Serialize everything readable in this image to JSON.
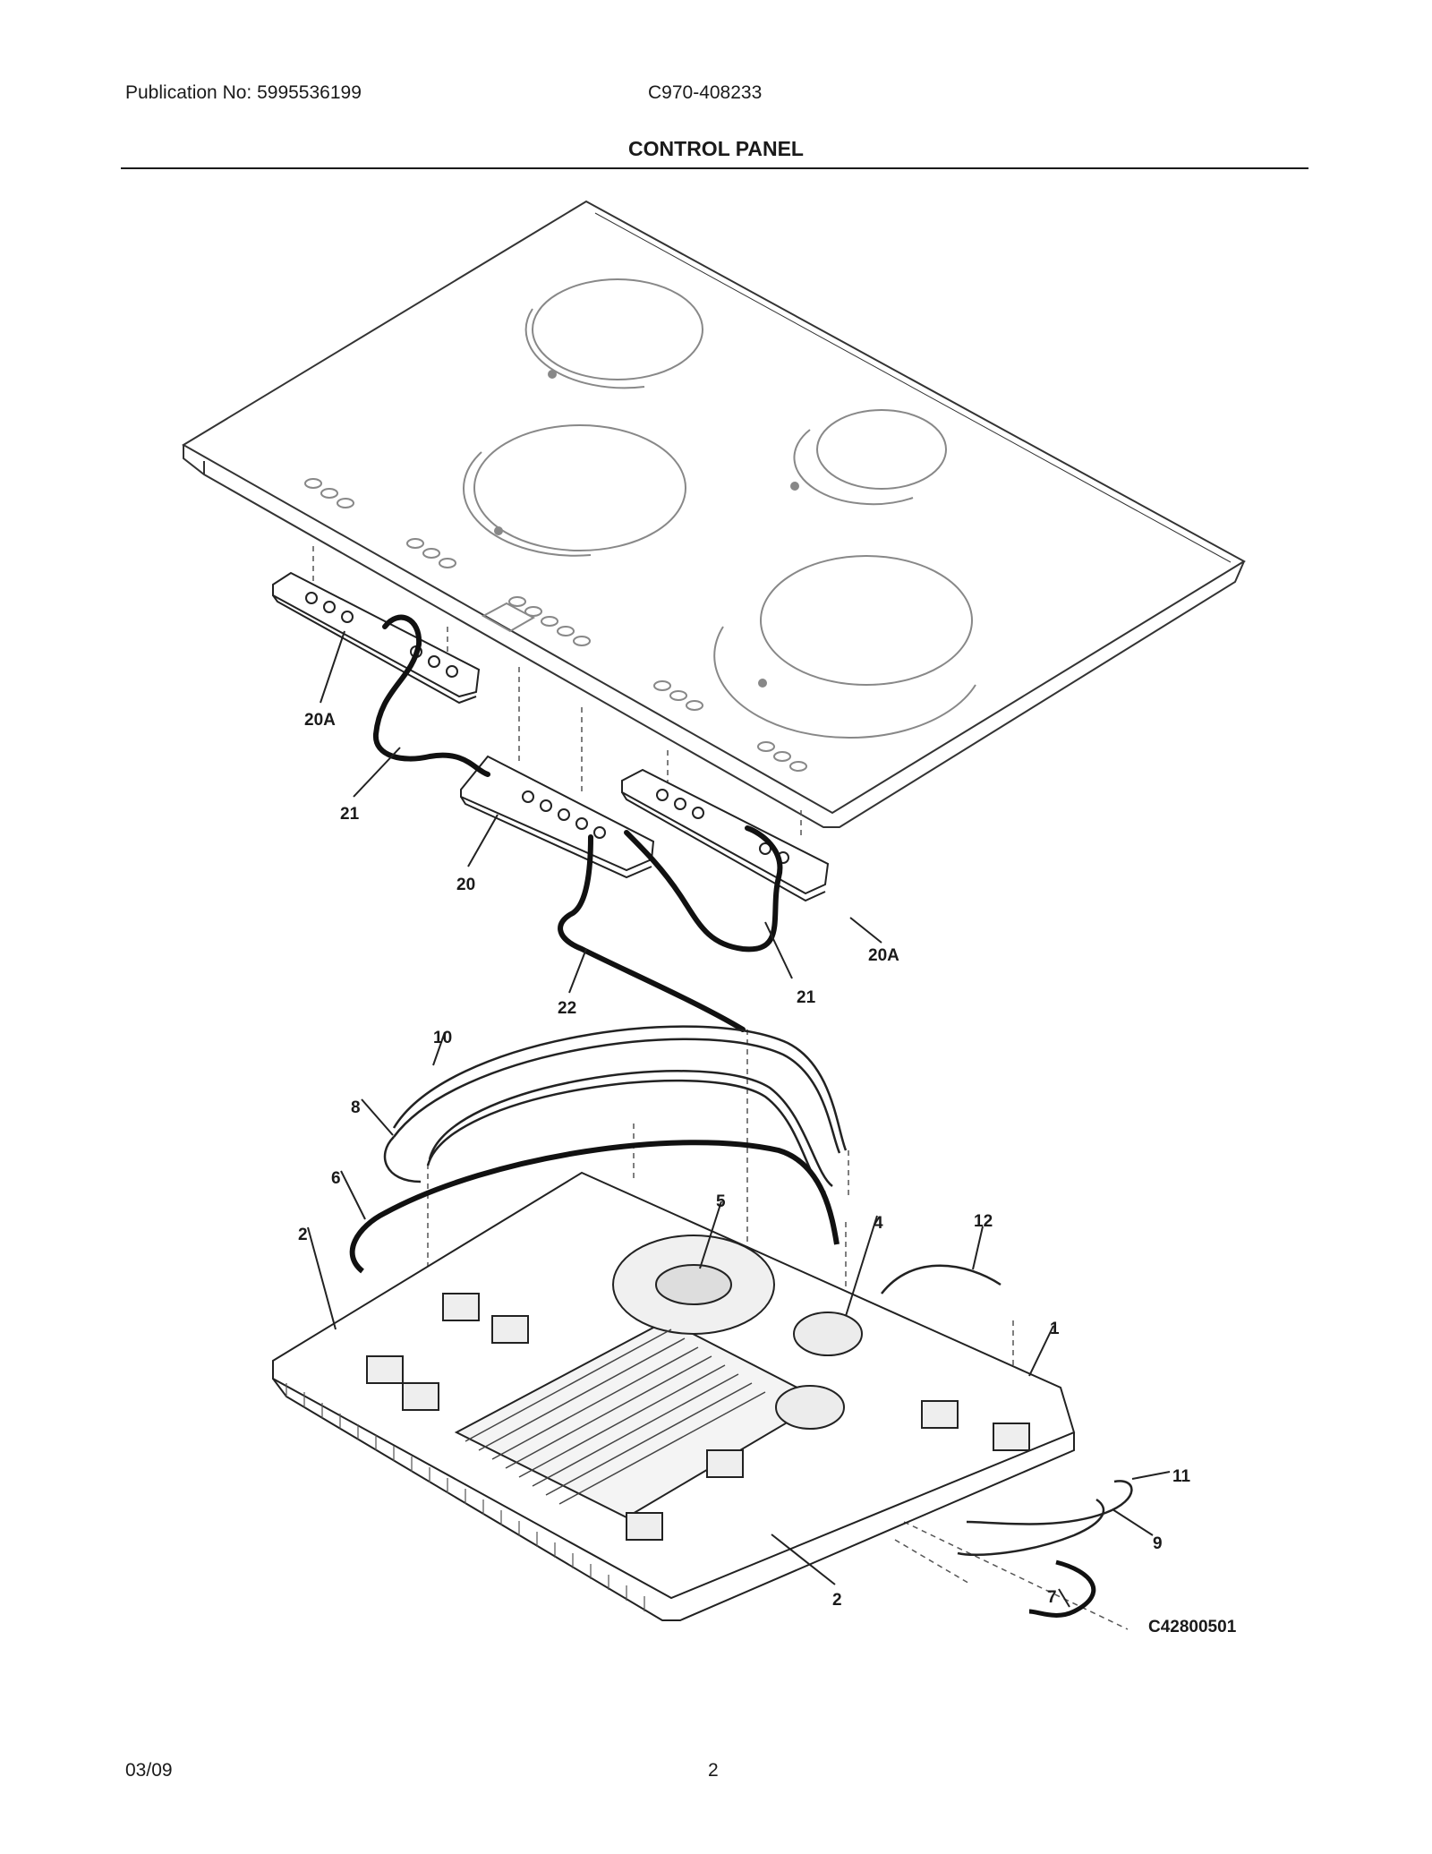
{
  "header": {
    "publication": "Publication No: 5995536199",
    "model": "C970-408233",
    "title": "CONTROL PANEL"
  },
  "diagram": {
    "drawing_code": "C42800501",
    "callouts": [
      {
        "id": "c-20a-left",
        "label": "20A"
      },
      {
        "id": "c-21-left",
        "label": "21"
      },
      {
        "id": "c-20",
        "label": "20"
      },
      {
        "id": "c-20a-right",
        "label": "20A"
      },
      {
        "id": "c-21-right",
        "label": "21"
      },
      {
        "id": "c-22",
        "label": "22"
      },
      {
        "id": "c-10",
        "label": "10"
      },
      {
        "id": "c-8",
        "label": "8"
      },
      {
        "id": "c-6",
        "label": "6"
      },
      {
        "id": "c-2-top",
        "label": "2"
      },
      {
        "id": "c-5",
        "label": "5"
      },
      {
        "id": "c-4",
        "label": "4"
      },
      {
        "id": "c-12",
        "label": "12"
      },
      {
        "id": "c-1",
        "label": "1"
      },
      {
        "id": "c-11",
        "label": "11"
      },
      {
        "id": "c-9",
        "label": "9"
      },
      {
        "id": "c-2-bottom",
        "label": "2"
      },
      {
        "id": "c-7",
        "label": "7"
      }
    ]
  },
  "footer": {
    "date": "03/09",
    "page": "2"
  }
}
